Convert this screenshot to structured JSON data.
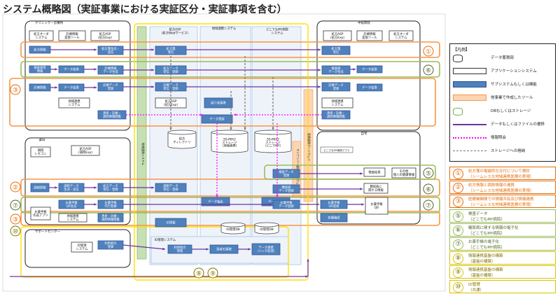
{
  "title": "システム概略図（実証事業における実証区分・実証事項を含む）",
  "colors": {
    "blue": "#4f81bd",
    "lightblue": "#dbe5f1",
    "green": "#9bbb59",
    "orange": "#f79646",
    "yellow": "#ffff66",
    "purple": "#7030a0",
    "magenta": "#ff00ff"
  },
  "boxes": {
    "clinic": "クリニック・診療所",
    "pharmacy": "薬局",
    "support": "サポートセンター",
    "hospital": "中核病院",
    "home": "自宅",
    "pres_asp_top": "処方ASP\n（処方Webサービス）",
    "regional": "地域連携システム",
    "dokodemo": "どこでもMY病院\nシステム",
    "id_mgmt": "ID管理システム"
  },
  "clinic_items": {
    "left_sys": "処方オーダ\nシステム",
    "diag_conv": "診療情報\n変換ツール",
    "asp": "処方ASP\n(処方Exp)",
    "pres_info": "処方情報",
    "pres_gen": "処方箋生成・\n送信",
    "chk_info": "検査値等\n情報",
    "data_conv": "データ変換",
    "diag_gen": "診療情報\nデータ生成",
    "shinryo": "診療情報",
    "data_conv2": "データ変換",
    "diag_data": "診療データ\n登録",
    "regional_sys": "地域連携\nシステム",
    "view": "患者・診療・\n調剤情報閲覧"
  },
  "center_items": {
    "pres_recv": "処方箋\n受信",
    "pres_data_recv": "処方データ\n受信・登録",
    "diag_recv": "診療データ\n受信・登録",
    "asp_mid": "処方ASP\n(処方Exp)",
    "disp_recv": "調剤データ\n受信・登録",
    "pres_dir": "処方\nディレクトリ",
    "reg_link": "紹介状連携",
    "view_mid": "患者・診療・\n調剤情報閲覧",
    "data_reg": "データ登録",
    "ssmix1": "SS-MIX2\nストレージ\n（地域連携）",
    "ssmix2": "SS-MIX2\nストレージ\n（どこでMY）",
    "data_out": "データ抽出",
    "data_out2": "データ抽出",
    "id_db1": "ID管理DB",
    "id_db2": "ID管理DB",
    "id_reg": "ID情報",
    "id_link": "患者ID連携",
    "data_link": "データ連携\n（バッチ処理）",
    "vert1": "地域連携システム",
    "vert2": "医療連携ゲートウェイ",
    "vert3": "マイナンバー連携ゲートウェイ"
  },
  "hospital_items": {
    "asp": "処方ASP\n(処方Exp)",
    "conv": "診療情報\n変換ツール",
    "sys": "処方オーダ\nシステム",
    "pres_recv": "処方箋\n受信",
    "chk_data": "検査値\nデータ生成",
    "data_conv": "データ変換",
    "diag_gen": "診療データ\n登録",
    "data_conv2": "データ変換",
    "regional": "地域連携\nシステム",
    "view": "患者・診療・\n調剤情報閲覧"
  },
  "home_items": {
    "name": "どこでもMY病院アプリ",
    "chk_reg": "検査データ\n登録",
    "chk_res": "検査結果",
    "other": "その他\n個人の健康情報",
    "sugar": "糖尿病\nデータ登録",
    "sugar_info": "糖尿病に\n関する情報",
    "drug_book": "お薬手帳\nデータ登録",
    "drug_book2": "お薬手帳\nQR変換",
    "drug_app": "お薬手帳\nQR",
    "reg_view": "各種確認"
  },
  "pharmacy_items": {
    "recon": "調剤\nレセコン",
    "asp": "処方ASP\n(調剤Exp)",
    "pres_info": "調剤情報",
    "data_send": "調剤データ\n生成・送信",
    "pres_recv": "処方データ\n受信・登録",
    "qr": "QR\nコード",
    "drug_book": "お薬手帳\nQR生成",
    "drug_book2": "お薬手帳\n代行登録",
    "regional": "地域連携\nシステム",
    "view": "患者・診療・\n調剤情報閲覧",
    "drug_notebook": "お薬手帳\n作成アプリ"
  },
  "support_items": {
    "id_sys": "ID管理\nシステム",
    "reg": "利用者の\n登録",
    "mgmt": "利用者の\n管理"
  },
  "legend": {
    "head": "【凡例】",
    "rows": [
      {
        "type": "cyl",
        "label": "データ蓄積部"
      },
      {
        "type": "light",
        "label": "アプリケーションシステム"
      },
      {
        "type": "blue",
        "label": "サブシステムもしくは機能"
      },
      {
        "type": "orange",
        "label": "他事業で作成したツール"
      },
      {
        "type": "gcyl",
        "label": "DBもしくはストレージ"
      },
      {
        "type": "purple",
        "label": "データもしくはファイルの遷移"
      },
      {
        "type": "magenta",
        "label": "情報照会"
      },
      {
        "type": "dash",
        "label": "ストレージへの格納"
      }
    ]
  },
  "numbered": [
    {
      "num": "①",
      "color": "orange",
      "t1": "処方箋の電磁的な交付について検討",
      "t2": "（シームレスな地域連携医療の実現）"
    },
    {
      "num": "②",
      "color": "orange",
      "t1": "処方情報と調剤情報の連携",
      "t2": "（シームレスな地域連携医療の実現）"
    },
    {
      "num": "③",
      "color": "orange",
      "t1": "医療機関間での情報共有及び情報連携",
      "t2": "（シームレスな地域連携医療の実現）"
    },
    {
      "num": "⑤",
      "color": "green",
      "t1": "検査データ",
      "t2": "（どこでもMY病院）"
    },
    {
      "num": "⑥",
      "color": "green",
      "t1": "糖尿病に関する情報の電子化",
      "t2": "（どこでもMY病院）"
    },
    {
      "num": "⑦",
      "color": "green",
      "t1": "お薬手帳の電子化",
      "t2": "（どこでもMY病院）"
    },
    {
      "num": "⑧",
      "color": "yellow",
      "t1": "情報連携基盤の構築",
      "t2": "（基盤の構築）"
    },
    {
      "num": "⑨",
      "color": "yellow",
      "t1": "情報連携基盤の構築",
      "t2": "（基盤の構築）"
    },
    {
      "num": "⑩",
      "color": "yellow",
      "t1": "ID管理",
      "t2": "（共通）"
    }
  ],
  "circles": {
    "c1": "①",
    "c2": "②",
    "c3": "③",
    "c5": "⑤",
    "c6": "⑥",
    "c7": "⑦",
    "c8": "⑧",
    "c9": "⑨",
    "c10": "⑩"
  }
}
